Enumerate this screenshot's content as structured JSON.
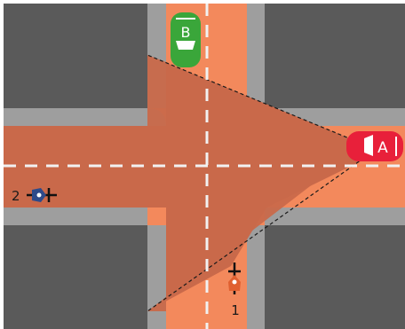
{
  "scene": {
    "colors": {
      "background": "#ffffff",
      "sidewalk": "#9e9e9e",
      "building": "#5a5a5a",
      "road": "#f3895c",
      "view_cone": "#c9694a",
      "lane_marking": "#f1f1f1",
      "view_boundary": "#1a1a1a",
      "vehicle_a": "#e8203a",
      "vehicle_b": "#3aa63a",
      "bike_2": "#2e4a8a",
      "bike_1": "#e06030"
    }
  },
  "vehicles": {
    "a": {
      "label": "A",
      "heading": "west",
      "icon": "car-icon"
    },
    "b": {
      "label": "B",
      "heading": "south",
      "icon": "car-icon"
    }
  },
  "cyclists": {
    "one": {
      "label": "1",
      "heading": "north",
      "icon": "bicycle-icon"
    },
    "two": {
      "label": "2",
      "heading": "east",
      "icon": "bicycle-icon"
    }
  }
}
